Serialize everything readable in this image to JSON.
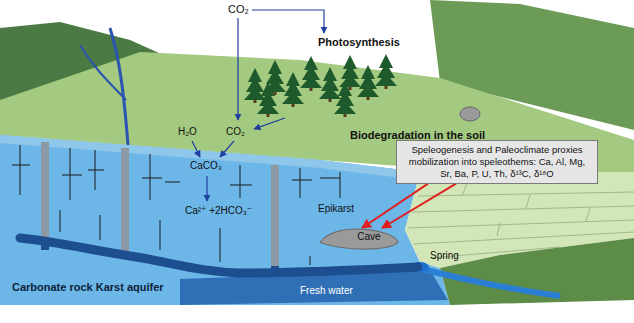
{
  "diagram": {
    "nodes": [
      {
        "text": [
          "Speleogenesis and Paleoclimate proxies mobilization into speleothems: Ca, Al, Mg, Sr, Ba, P, U, Th, δ¹³C, δ¹⁸O"
        ]
      },
      {
        "text": [
          "Cave"
        ]
      }
    ],
    "edges": [
      {
        "from": 0,
        "to": 1,
        "arrow": "to"
      },
      {
        "from": 0,
        "to": 1,
        "arrow": "to"
      }
    ],
    "labels": [
      "CO₂",
      "Photosynthesis",
      "H₂O",
      "CO₂",
      "Biodegradation in the soil",
      "CaCO₃",
      "Ca²⁺ +2HCO₃⁻",
      "Epikarst",
      "Spring",
      "Carbonate rock Karst aquifer",
      "Fresh water"
    ]
  }
}
